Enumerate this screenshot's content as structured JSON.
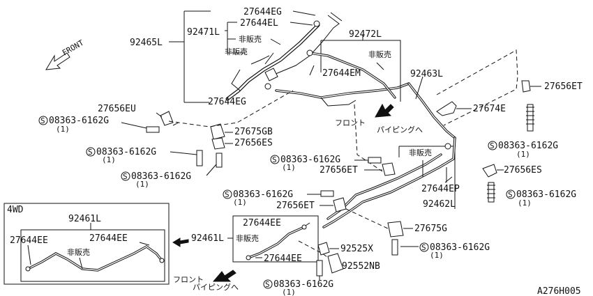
{
  "front_label": "FRONT",
  "front_pipe_note": [
    "フロント",
    "パイピングへ"
  ],
  "not_sold": "非販売",
  "diagram_id": "A276H005",
  "qty": "(1)",
  "bolt_symbol": "S",
  "bolt_pn": "08363-6162G",
  "parts": {
    "p27644EG": "27644EG",
    "p27644EL": "27644EL",
    "p92471L": "92471L",
    "p92465L": "92465L",
    "p92472L": "92472L",
    "p27644EM": "27644EM",
    "p92463L": "92463L",
    "p27656ET": "27656ET",
    "p27674E": "27674E",
    "p27656EU": "27656EU",
    "p27675GB": "27675GB",
    "p27656ES": "27656ES",
    "p27644EP": "27644EP",
    "p92462L": "92462L",
    "p27675G": "27675G",
    "p92525X": "92525X",
    "p92552NB": "92552NB",
    "p92461L": "92461L",
    "p27644EE": "27644EE"
  },
  "inset": {
    "title": "4WD",
    "part_92461L": "92461L",
    "part_27644EE": "27644EE",
    "not_sold": "非販売"
  }
}
